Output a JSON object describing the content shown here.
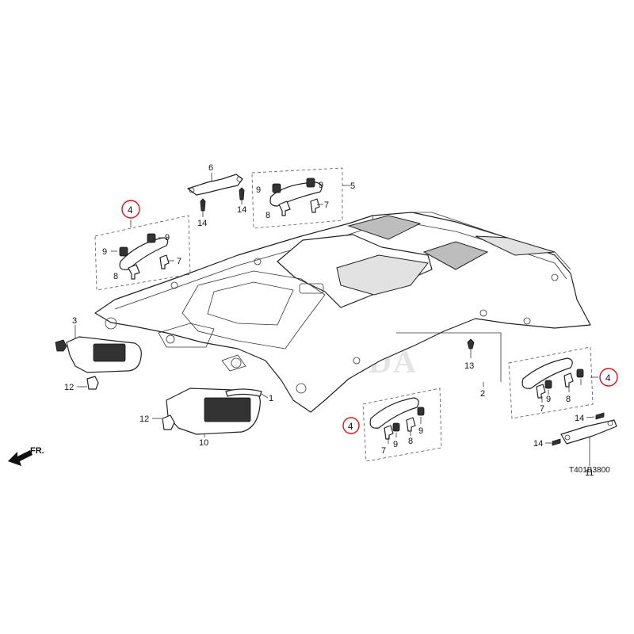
{
  "drawing_code": "T401B3800",
  "direction_label": "FR.",
  "watermark_text": "HONDA",
  "callouts": {
    "c1": "1",
    "c2": "2",
    "c3": "3",
    "c4a": "4",
    "c4b": "4",
    "c4c": "4",
    "c5": "5",
    "c6": "6",
    "c7a": "7",
    "c7b": "7",
    "c7c": "7",
    "c7d": "7",
    "c8a": "8",
    "c8b": "8",
    "c8c": "8",
    "c8d": "8",
    "c9a": "9",
    "c9b": "9",
    "c9c": "9",
    "c9d": "9",
    "c9e": "9",
    "c9f": "9",
    "c9g": "9",
    "c10": "10",
    "c11": "11",
    "c12a": "12",
    "c12b": "12",
    "c13": "13",
    "c14a": "14",
    "c14b": "14",
    "c14c": "14",
    "c14d": "14"
  },
  "colors": {
    "highlight": "#d01818",
    "line": "#222222"
  }
}
